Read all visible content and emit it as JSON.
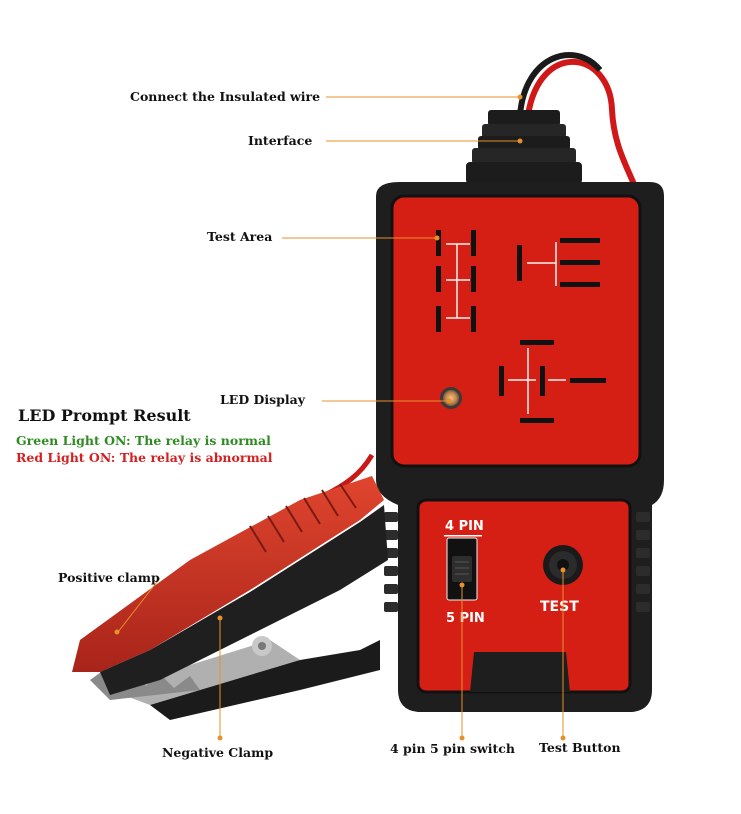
{
  "callouts": {
    "connect_wire": "Connect the Insulated wire",
    "interface": "Interface",
    "test_area": "Test Area",
    "led_display": "LED Display",
    "positive_clamp": "Positive clamp",
    "negative_clamp": "Negative Clamp",
    "pin_switch": "4 pin 5 pin switch",
    "test_button": "Test Button"
  },
  "led_prompt": {
    "title": "LED Prompt Result",
    "green": "Green Light ON: The relay is normal",
    "red": "Red Light ON: The relay is abnormal"
  },
  "device": {
    "pin4_label": "4 PIN",
    "pin5_label": "5 PIN",
    "test_label": "TEST"
  },
  "colors": {
    "device_red": "#d61f14",
    "body_black": "#1e1e1e",
    "leader_orange": "#e8902a",
    "green_text": "#2e8b22",
    "red_text": "#d42020"
  }
}
